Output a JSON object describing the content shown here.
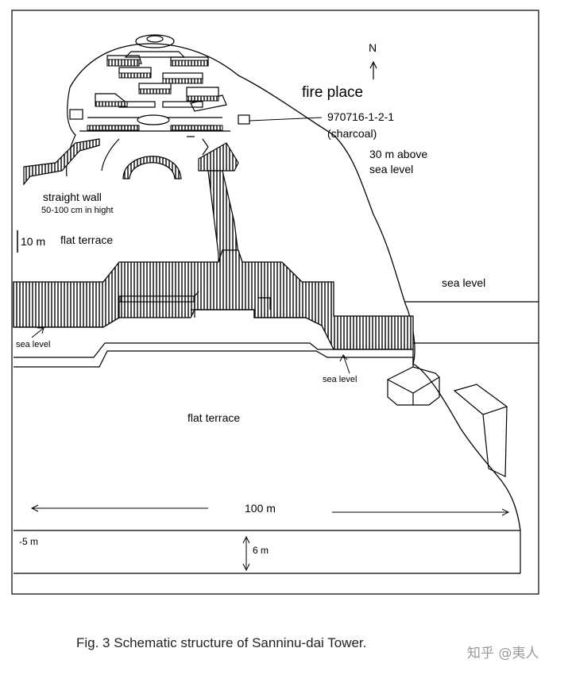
{
  "labels": {
    "north": "N",
    "fire_place": "fire place",
    "sample_id": "970716-1-2-1",
    "sample_material": "(charcoal)",
    "elevation_line1": "30 m above",
    "elevation_line2": "sea level",
    "straight_wall": "straight wall",
    "wall_height": "50-100 cm in hight",
    "scale_10m": "10 m",
    "flat_terrace_upper": "flat terrace",
    "sea_level_right": "sea level",
    "sea_level_left": "sea level",
    "sea_level_center": "sea level",
    "flat_terrace_lower": "flat terrace",
    "width_100m": "100 m",
    "depth_minus5m": "-5 m",
    "depth_6m": "6 m"
  },
  "caption": "Fig. 3  Schematic structure of Sanninu-dai Tower.",
  "watermark": "知乎 @夷人",
  "colors": {
    "line": "#000000",
    "background": "#ffffff",
    "caption": "#222222",
    "watermark": "#9a9a9a"
  }
}
